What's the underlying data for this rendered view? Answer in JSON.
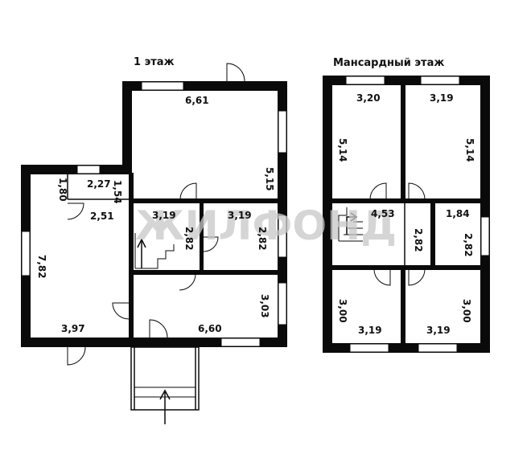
{
  "watermark": "ЖИЛФОНД",
  "floor1": {
    "title": "1 этаж",
    "dims": [
      "6,61",
      "5,15",
      "1,80",
      "2,27",
      "1,54",
      "2,51",
      "3,19",
      "3,19",
      "2,82",
      "2,82",
      "7,82",
      "3,97",
      "6,60",
      "3,03"
    ]
  },
  "floor2": {
    "title": "Мансардный этаж",
    "dims": [
      "3,20",
      "3,19",
      "5,14",
      "5,14",
      "4,53",
      "1,84",
      "2,82",
      "2,82",
      "3,00",
      "3,00",
      "3,19",
      "3,19"
    ]
  }
}
